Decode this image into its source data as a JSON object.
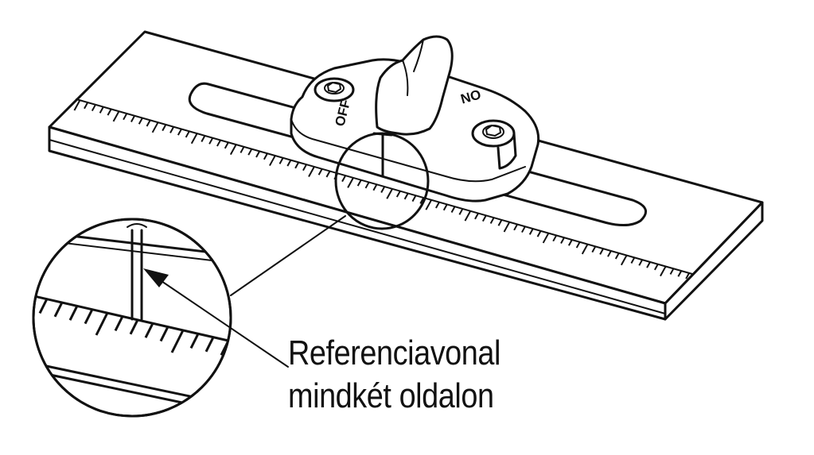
{
  "caption": {
    "line1": "Referenciavonal",
    "line2": "mindkét oldalon"
  },
  "knob": {
    "off_label": "OFF",
    "on_label": "ON"
  },
  "colors": {
    "ink": "#111111",
    "background": "#ffffff"
  }
}
